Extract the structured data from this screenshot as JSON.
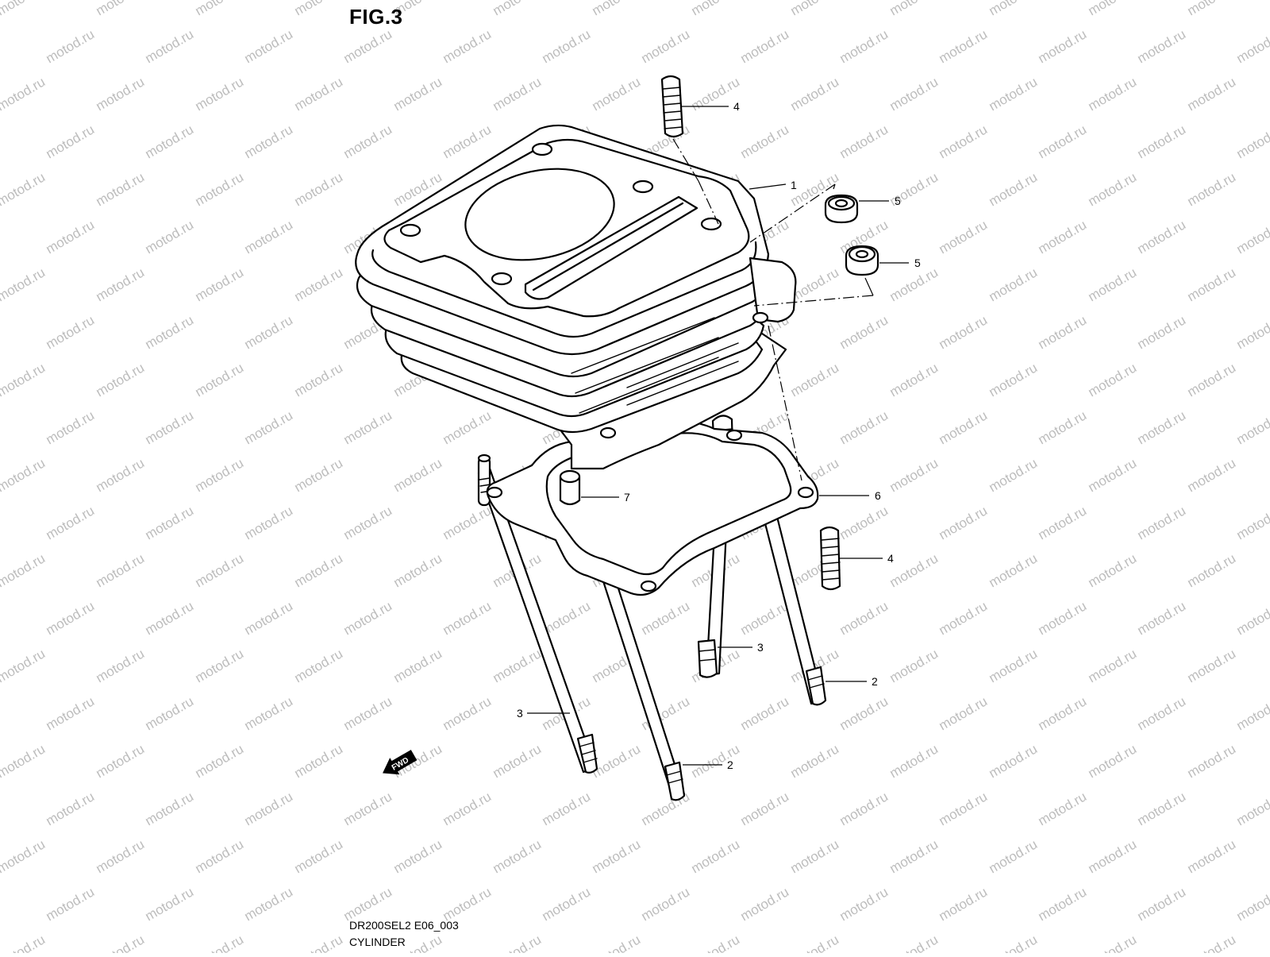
{
  "figure": {
    "title": "FIG.3",
    "diagram_code": "DR200SEL2 E06_003",
    "name": "CYLINDER"
  },
  "watermark": {
    "text": "motod.ru",
    "color": "#bdbdbd"
  },
  "callouts": {
    "c1": "1",
    "c2a": "2",
    "c2b": "2",
    "c3a": "3",
    "c3b": "3",
    "c4a": "4",
    "c4b": "4",
    "c5a": "5",
    "c5b": "5",
    "c6": "6",
    "c7": "7"
  },
  "fwd_marker": {
    "label": "FWD"
  },
  "colors": {
    "line": "#000000",
    "background": "#ffffff"
  }
}
